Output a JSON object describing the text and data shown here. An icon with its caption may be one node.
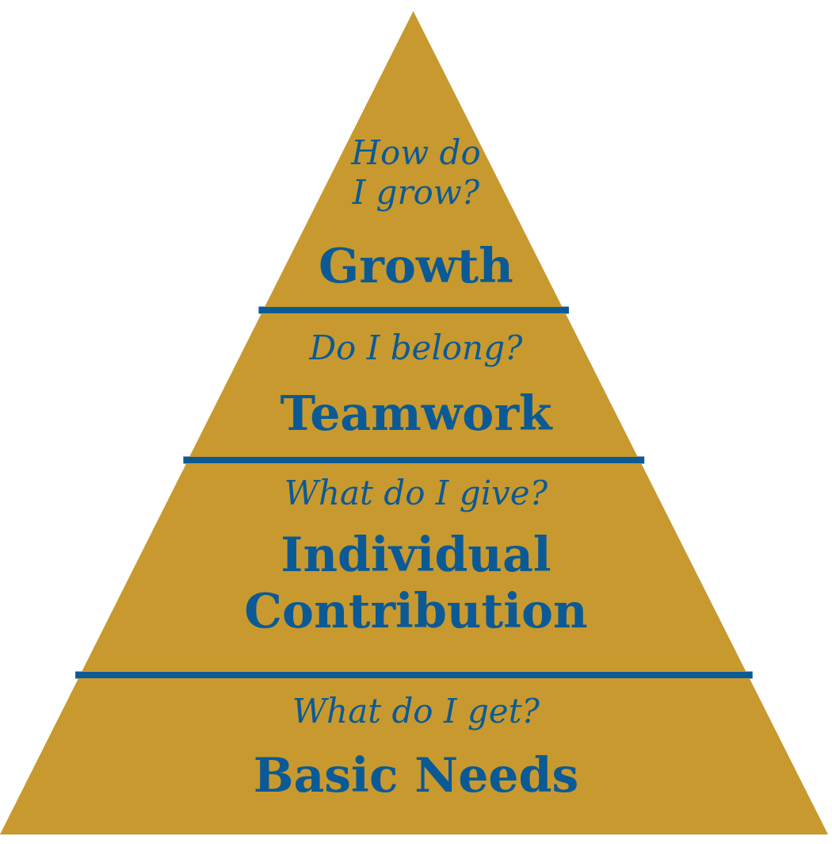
{
  "diagram": {
    "nodes": [
      {
        "text": [
          "How do I grow?",
          "Growth"
        ]
      },
      {
        "text": [
          "Do I belong?",
          "Teamwork"
        ]
      },
      {
        "text": [
          "What do I give?",
          "Individual Contribution"
        ]
      },
      {
        "text": [
          "What do I get?",
          "Basic Needs"
        ]
      }
    ],
    "edges": []
  }
}
